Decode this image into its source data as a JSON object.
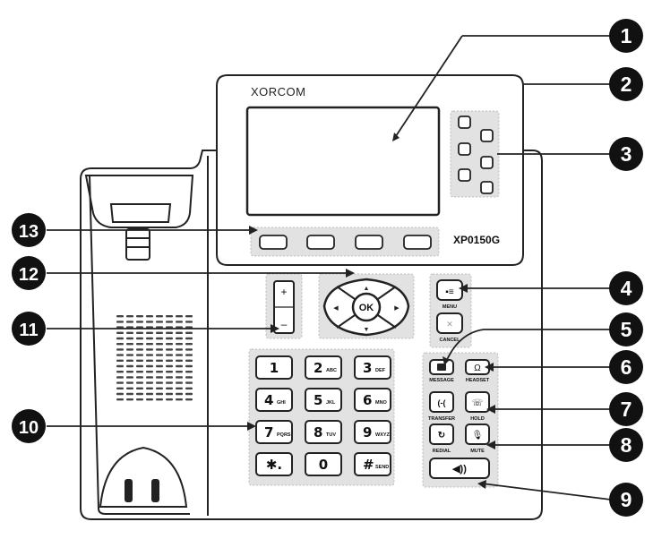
{
  "brand": {
    "logo_text": "XORCOM",
    "model": "XP0150G"
  },
  "callouts": [
    "1",
    "2",
    "3",
    "4",
    "5",
    "6",
    "7",
    "8",
    "9",
    "10",
    "11",
    "12",
    "13"
  ],
  "nav": {
    "ok": "OK"
  },
  "volume": {
    "plus": "+",
    "minus": "–"
  },
  "function_keys": {
    "menu": "MENU",
    "cancel": "CANCEL",
    "message": "MESSAGE",
    "headset": "HEADSET",
    "transfer": "TRANSFER",
    "hold": "HOLD",
    "redial": "REDIAL",
    "mute": "MUTE"
  },
  "keypad": [
    {
      "digit": "1",
      "letters": ""
    },
    {
      "digit": "2",
      "letters": "ABC"
    },
    {
      "digit": "3",
      "letters": "DEF"
    },
    {
      "digit": "4",
      "letters": "GHI"
    },
    {
      "digit": "5",
      "letters": "JKL"
    },
    {
      "digit": "6",
      "letters": "MNO"
    },
    {
      "digit": "7",
      "letters": "PQRS"
    },
    {
      "digit": "8",
      "letters": "TUV"
    },
    {
      "digit": "9",
      "letters": "WXYZ"
    },
    {
      "digit": "✱.",
      "letters": ""
    },
    {
      "digit": "0",
      "letters": ""
    },
    {
      "digit": "#",
      "letters": "SEND"
    }
  ],
  "icons": {
    "message": "envelope-icon",
    "headset": "headset-icon",
    "transfer": "transfer-icon",
    "hold": "hold-icon",
    "redial": "redial-icon",
    "mute": "microphone-icon",
    "speaker": "speaker-icon",
    "menu": "menu-icon"
  }
}
